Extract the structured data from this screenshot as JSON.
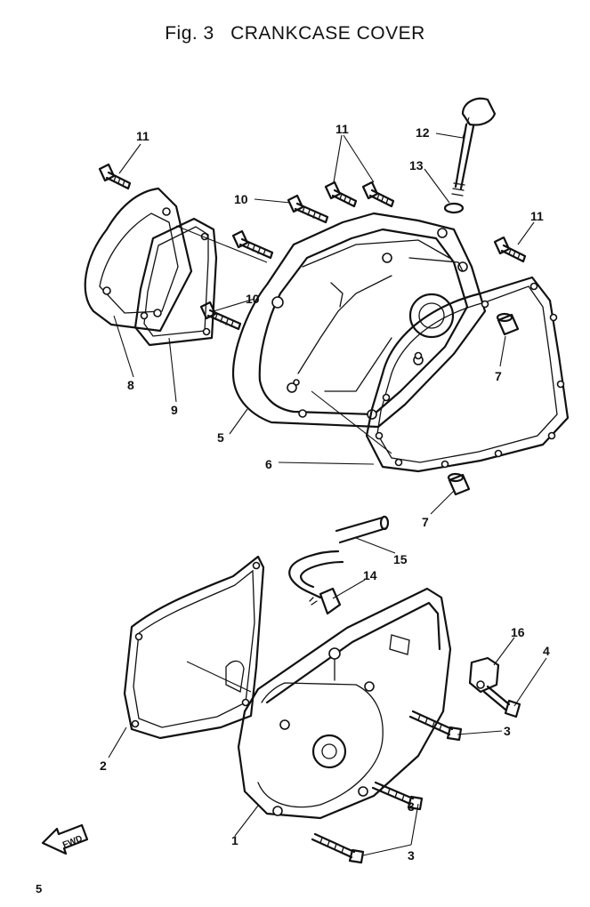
{
  "header": {
    "fig": "Fig. 3",
    "title": "CRANKCASE COVER"
  },
  "callouts": [
    "1",
    "2",
    "3",
    "3",
    "3",
    "4",
    "5",
    "6",
    "7",
    "7",
    "8",
    "9",
    "10",
    "10",
    "11",
    "11",
    "11",
    "12",
    "13",
    "14",
    "15",
    "16"
  ],
  "fwd_label": "FWD",
  "page_number": "5"
}
